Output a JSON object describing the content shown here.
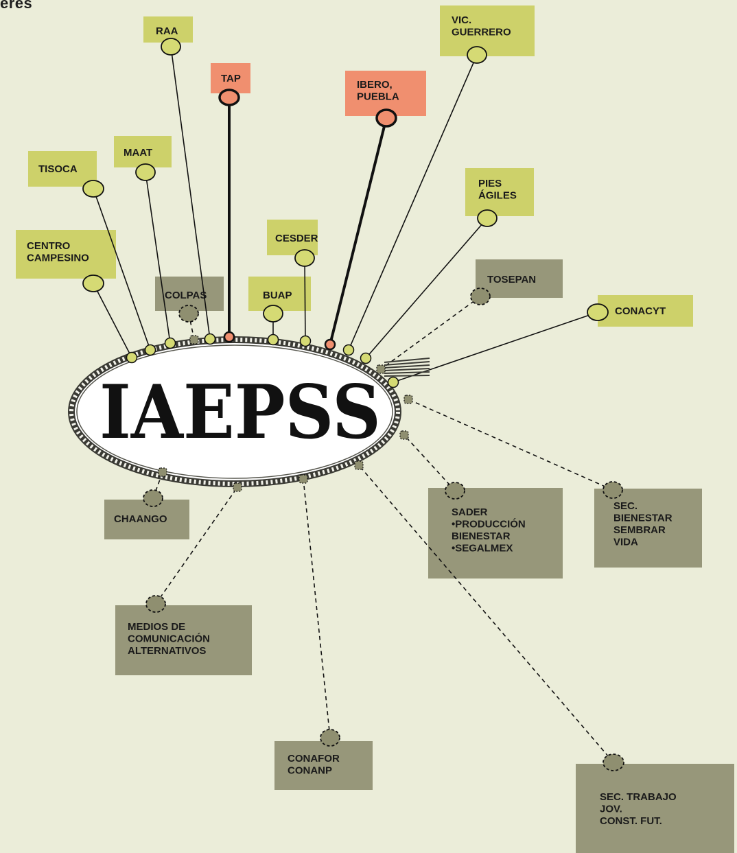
{
  "header": {
    "title_fragment": "eres"
  },
  "hub": {
    "label": "IAEPSS"
  },
  "colors": {
    "background": "#ebedd9",
    "green_box": "#cdd16a",
    "green_node": "#d5da74",
    "salmon": "#f08f6f",
    "olive_box": "#97977a",
    "olive_node": "#8f8f70",
    "line": "#111111"
  },
  "nodes": [
    {
      "id": "raa",
      "lines": [
        "RAA"
      ],
      "type": "green"
    },
    {
      "id": "tap",
      "lines": [
        "TAP"
      ],
      "type": "salmon"
    },
    {
      "id": "vic-guerrero",
      "lines": [
        "VIC.",
        "GUERRERO"
      ],
      "type": "green"
    },
    {
      "id": "ibero-puebla",
      "lines": [
        "IBERO,",
        "PUEBLA"
      ],
      "type": "salmon"
    },
    {
      "id": "tisoca",
      "lines": [
        "TISOCA"
      ],
      "type": "green"
    },
    {
      "id": "maat",
      "lines": [
        "MAAT"
      ],
      "type": "green"
    },
    {
      "id": "pies-agiles",
      "lines": [
        "PIES",
        "ÁGILES"
      ],
      "type": "green"
    },
    {
      "id": "cesder",
      "lines": [
        "CESDER"
      ],
      "type": "green"
    },
    {
      "id": "centro-campesino",
      "lines": [
        "CENTRO",
        "CAMPESINO"
      ],
      "type": "green"
    },
    {
      "id": "colpas",
      "lines": [
        "COLPAS"
      ],
      "type": "olive"
    },
    {
      "id": "buap",
      "lines": [
        "BUAP"
      ],
      "type": "green"
    },
    {
      "id": "tosepan",
      "lines": [
        "TOSEPAN"
      ],
      "type": "olive"
    },
    {
      "id": "conacyt",
      "lines": [
        "CONACYT"
      ],
      "type": "green"
    },
    {
      "id": "chaango",
      "lines": [
        "CHAANGO"
      ],
      "type": "olive"
    },
    {
      "id": "sader",
      "lines": [
        "SADER",
        "•PRODUCCIÓN",
        "BIENESTAR",
        "•SEGALMEX"
      ],
      "type": "olive"
    },
    {
      "id": "sec-bienestar",
      "lines": [
        "SEC.",
        "BIENESTAR",
        "SEMBRAR",
        "VIDA"
      ],
      "type": "olive"
    },
    {
      "id": "medios",
      "lines": [
        "MEDIOS DE",
        "COMUNICACIÓN",
        "ALTERNATIVOS"
      ],
      "type": "olive"
    },
    {
      "id": "conafor",
      "lines": [
        "CONAFOR",
        "CONANP"
      ],
      "type": "olive"
    },
    {
      "id": "sec-trabajo",
      "lines": [
        "SEC. TRABAJO",
        "JOV.",
        "CONST. FUT."
      ],
      "type": "olive"
    }
  ]
}
